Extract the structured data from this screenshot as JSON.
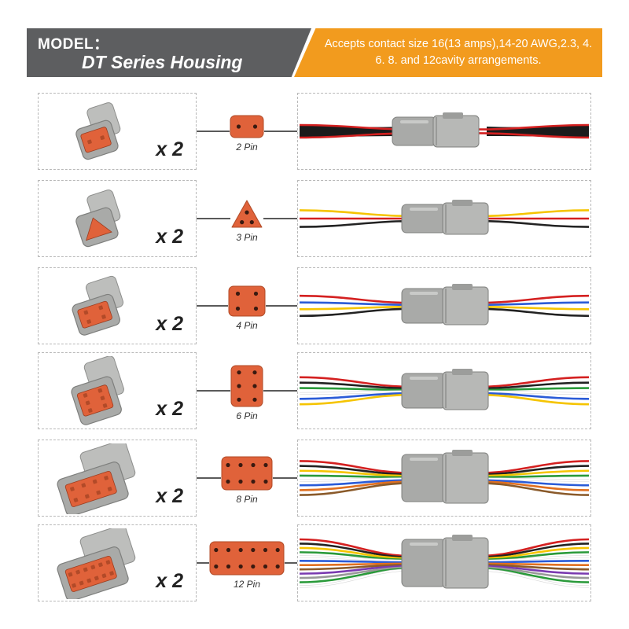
{
  "header": {
    "model_label": "MODEL：",
    "series": "DT Series Housing",
    "description": "Accepts contact size 16(13 amps),14-20 AWG,2.3, 4. 6. 8. and 12cavity arrangements."
  },
  "colors": {
    "header_dark": "#5d5e60",
    "header_orange": "#f29b1e",
    "housing_grey": "#a9aaa8",
    "insert_orange": "#e0623a"
  },
  "rows": [
    {
      "qty": "x 2",
      "pin_label": "2 Pin",
      "pins": 2,
      "wires": [
        "#d42020",
        "#d42020"
      ]
    },
    {
      "qty": "x 2",
      "pin_label": "3 Pin",
      "pins": 3,
      "wires": [
        "#f5c400",
        "#d42020",
        "#222222"
      ]
    },
    {
      "qty": "x 2",
      "pin_label": "4 Pin",
      "pins": 4,
      "wires": [
        "#d42020",
        "#2a5bd7",
        "#f5c400",
        "#222222"
      ]
    },
    {
      "qty": "x 2",
      "pin_label": "6 Pin",
      "pins": 6,
      "wires": [
        "#d42020",
        "#222222",
        "#2a9a3a",
        "#ffffff",
        "#2a5bd7",
        "#f5c400"
      ]
    },
    {
      "qty": "x 2",
      "pin_label": "8 Pin",
      "pins": 8,
      "wires": [
        "#d42020",
        "#222222",
        "#f5c400",
        "#2a9a3a",
        "#ffffff",
        "#2a5bd7",
        "#e07020",
        "#8a5a2a"
      ]
    },
    {
      "qty": "x 2",
      "pin_label": "12 Pin",
      "pins": 12,
      "wires": [
        "#d42020",
        "#222222",
        "#f5c400",
        "#2a9a3a",
        "#ffffff",
        "#2a5bd7",
        "#e07020",
        "#8a5a2a",
        "#7a3ab0",
        "#999999",
        "#2a9a3a",
        "#ffffff"
      ]
    }
  ]
}
